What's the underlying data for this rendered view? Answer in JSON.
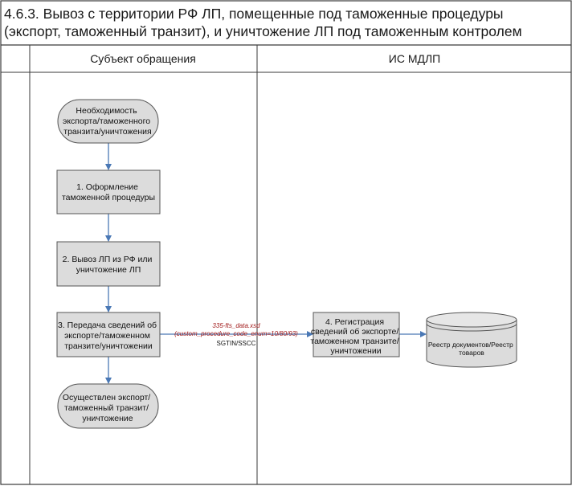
{
  "title": {
    "line1": "4.6.3. Вывоз с территории РФ ЛП, помещенные под таможенные процедуры",
    "line2": "(экспорт, таможенный транзит), и уничтожение ЛП под таможенным контролем"
  },
  "lanes": [
    {
      "label": "Субъект обращения"
    },
    {
      "label": "ИС МДЛП"
    }
  ],
  "nodes": {
    "start": {
      "lines": [
        "Необходимость",
        "экспорта/таможенного",
        "транзита/уничтожения"
      ]
    },
    "step1": {
      "lines": [
        "1. Оформление",
        "таможенной процедуры"
      ]
    },
    "step2": {
      "lines": [
        "2. Вывоз ЛП из РФ или",
        "уничтожение ЛП"
      ]
    },
    "step3": {
      "lines": [
        "3. Передача сведений об",
        "экспорте/таможенном",
        "транзите/уничтожении"
      ]
    },
    "end": {
      "lines": [
        "Осуществлен экспорт/",
        "таможенный транзит/",
        "уничтожение"
      ]
    },
    "step4": {
      "lines": [
        "4. Регистрация",
        "сведений об экспорте/",
        "таможенном транзите/",
        "уничтожении"
      ]
    },
    "registry": {
      "lines": [
        "Реестр документов/Реестр",
        "товаров"
      ]
    }
  },
  "edge_label": {
    "line1": "335-fts_data.xsd",
    "line2": "(custom_procedure_code_enum=10/80/93)",
    "line3": "SGTIN/SSCC"
  },
  "colors": {
    "node_fill": "#dcdcdc",
    "frame": "#3a3a3a",
    "arrow": "#4a78b5",
    "edge_label_red": "#a01818"
  }
}
